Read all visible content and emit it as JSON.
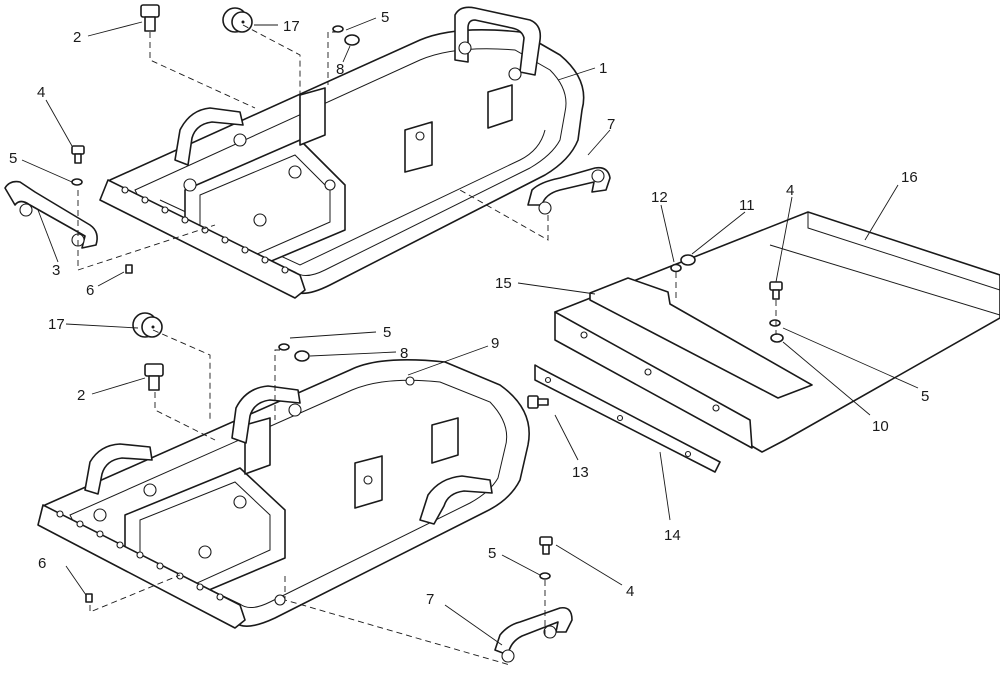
{
  "callouts": {
    "c1": "1",
    "c2a": "2",
    "c2b": "2",
    "c3": "3",
    "c4a": "4",
    "c4b": "4",
    "c4c": "4",
    "c5a": "5",
    "c5b": "5",
    "c5c": "5",
    "c5d": "5",
    "c5e": "5",
    "c6a": "6",
    "c6b": "6",
    "c7a": "7",
    "c7b": "7",
    "c8a": "8",
    "c8b": "8",
    "c9": "9",
    "c10": "10",
    "c11": "11",
    "c12": "12",
    "c13": "13",
    "c14": "14",
    "c15": "15",
    "c16": "16",
    "c17a": "17",
    "c17b": "17"
  },
  "icons": {
    "bolt": "hex-bolt-icon",
    "washer": "lock-washer-icon",
    "nut": "hex-nut-icon",
    "handle": "grab-handle-icon",
    "plug": "drain-plug-icon"
  }
}
